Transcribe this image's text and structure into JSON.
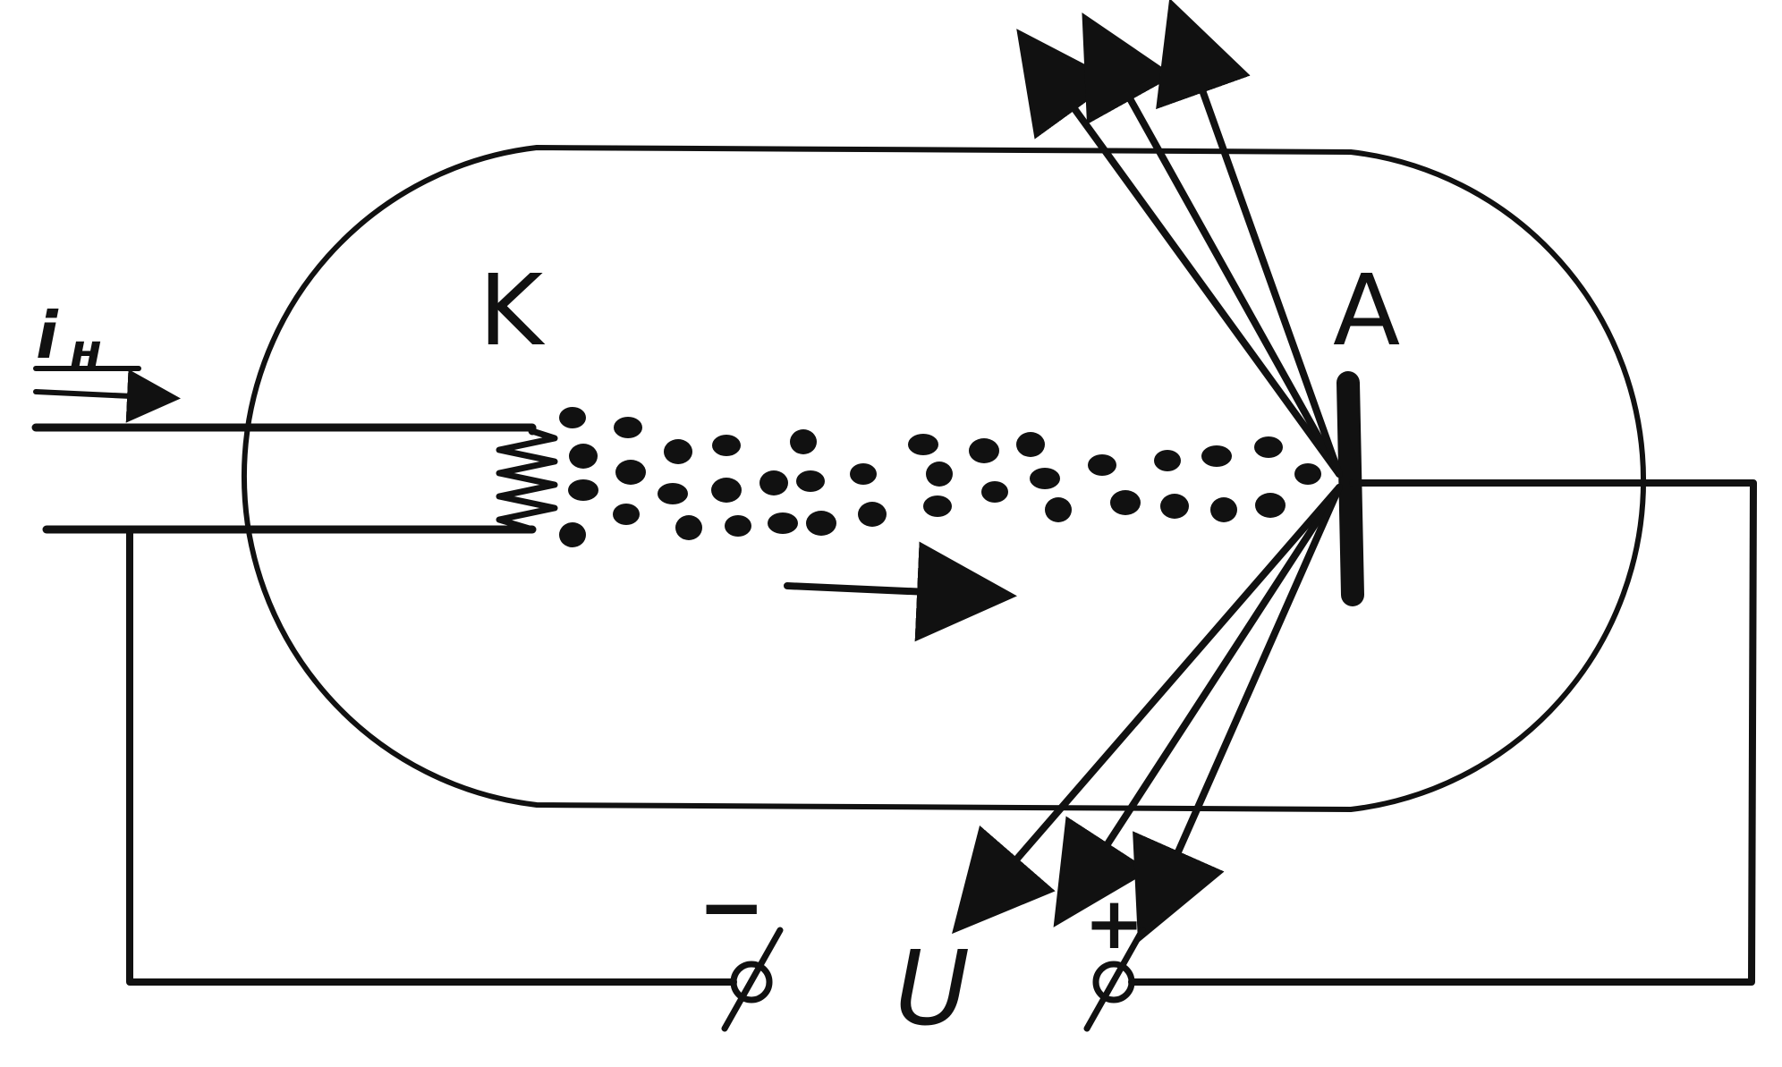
{
  "labels": {
    "filament_current": "i",
    "filament_current_sub": "н",
    "cathode": "K",
    "anode": "A",
    "minus": "−",
    "plus": "+",
    "voltage": "U"
  },
  "colors": {
    "ink": "#111111",
    "background": "#ffffff"
  },
  "icons": {
    "terminal": "terminal-circle-icon"
  }
}
